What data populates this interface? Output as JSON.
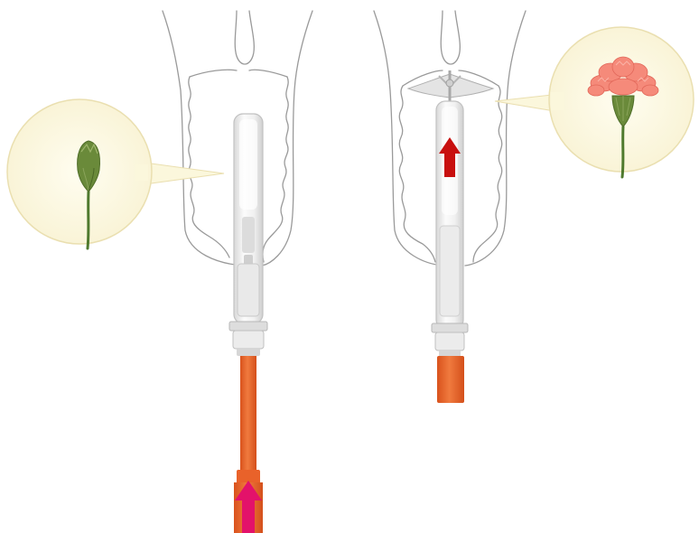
{
  "colors": {
    "outline": "#9a9a9a",
    "callout_fill": "#fbf7dc",
    "callout_border": "#eadfb0",
    "applicator_body": "#eeeeee",
    "applicator_edge": "#bdbdbd",
    "plunger": "#e8642a",
    "push_arrow": "#e3126a",
    "pull_arrow": "#c8100f",
    "bud_green": "#6a8a3a",
    "petal": "#f58a7a"
  },
  "panels": [
    {
      "id": "before",
      "state": "closed bud",
      "callout_icon": "flower-bud-icon",
      "arrow_icon": "arrow-up-icon"
    },
    {
      "id": "after",
      "state": "open bloom",
      "callout_icon": "carnation-flower-icon",
      "arrow_icon": "arrow-up-icon"
    }
  ]
}
